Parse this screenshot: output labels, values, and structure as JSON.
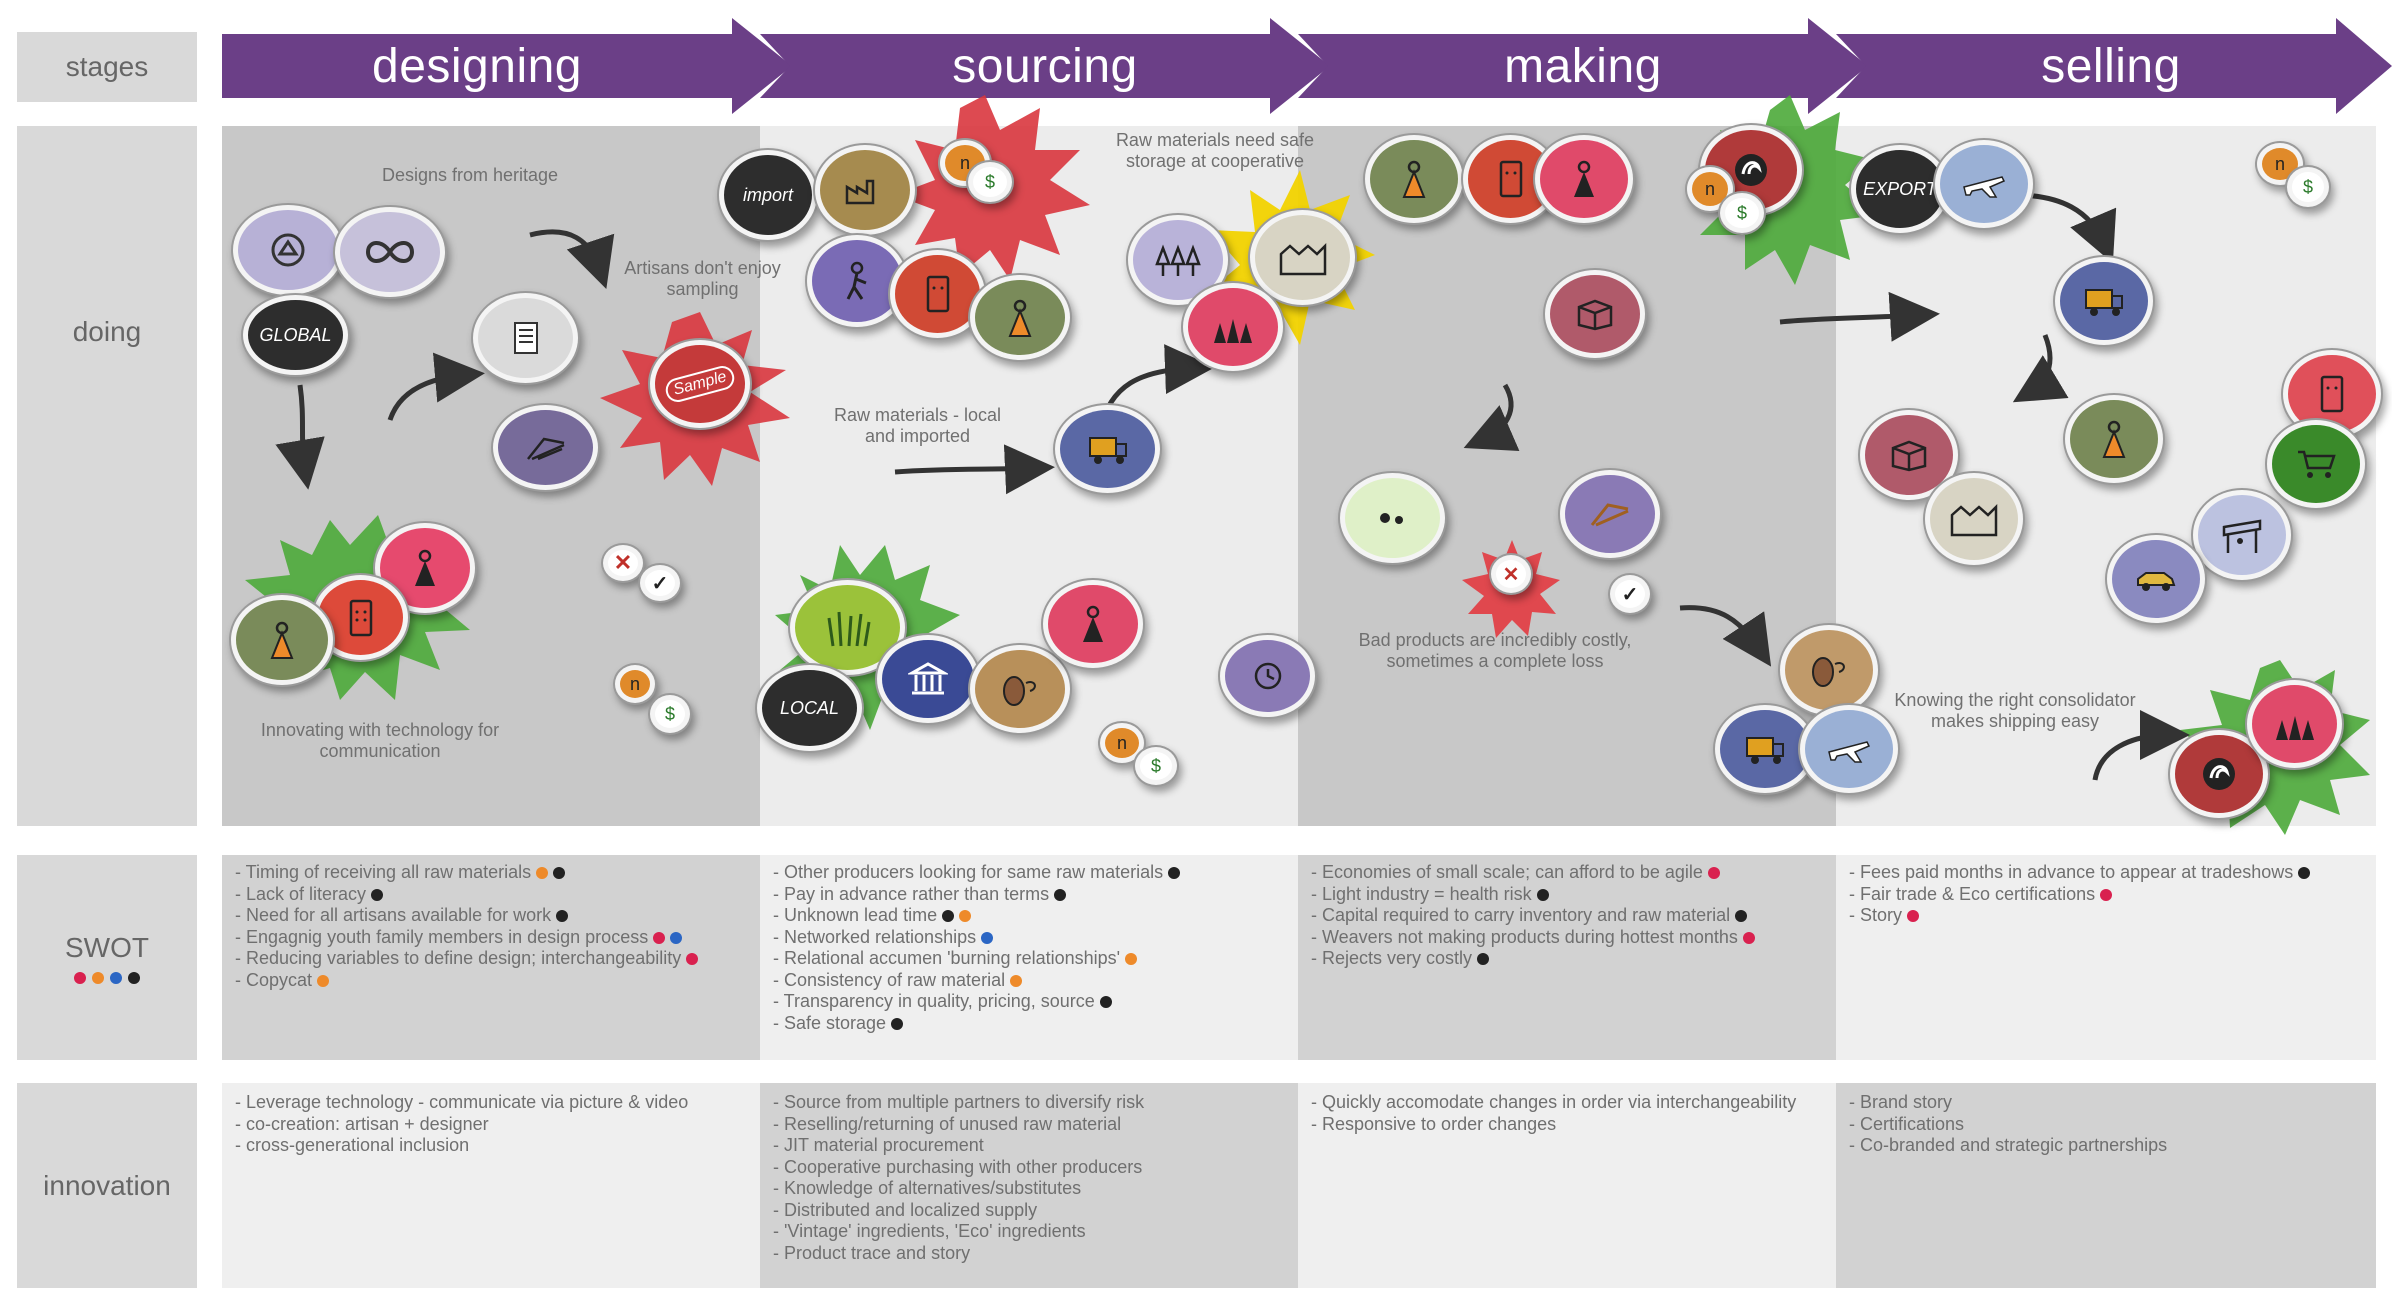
{
  "row_labels": {
    "stages": "stages",
    "doing": "doing",
    "swot": "SWOT",
    "innovation": "innovation"
  },
  "swot_legend_colors": [
    "#d9214f",
    "#ee8a2a",
    "#2b66c4",
    "#222222"
  ],
  "colors": {
    "stage_purple": "#6b3f87",
    "panel_dark": "#c8c8c8",
    "panel_light": "#ececec",
    "label_bg": "#d9d9d9",
    "red": "#d9214f",
    "orange": "#ee8a2a",
    "blue": "#2b66c4",
    "black": "#222222"
  },
  "stages": [
    {
      "label": "designing",
      "swot": [
        {
          "text": "- Timing of receiving all raw materials",
          "dots": [
            "orange",
            "black"
          ]
        },
        {
          "text": "- Lack of literacy",
          "dots": [
            "black"
          ]
        },
        {
          "text": "- Need for all artisans available for work",
          "dots": [
            "black"
          ]
        },
        {
          "text": "- Engagnig youth family members in design process",
          "dots": [
            "red",
            "blue"
          ]
        },
        {
          "text": "- Reducing variables to define design; interchangeability",
          "dots": [
            "red"
          ]
        },
        {
          "text": "- Copycat",
          "dots": [
            "orange"
          ]
        }
      ],
      "innovation": [
        "- Leverage technology - communicate via picture & video",
        "- co-creation: artisan + designer",
        "- cross-generational inclusion"
      ]
    },
    {
      "label": "sourcing",
      "swot": [
        {
          "text": "- Other producers looking for same raw materials",
          "dots": [
            "black"
          ]
        },
        {
          "text": "- Pay in advance rather than terms",
          "dots": [
            "black"
          ]
        },
        {
          "text": "- Unknown lead time",
          "dots": [
            "black",
            "orange"
          ]
        },
        {
          "text": "- Networked relationships",
          "dots": [
            "blue"
          ]
        },
        {
          "text": "- Relational accumen 'burning relationships'",
          "dots": [
            "orange"
          ]
        },
        {
          "text": "- Consistency of raw material",
          "dots": [
            "orange"
          ]
        },
        {
          "text": "- Transparency in quality, pricing, source",
          "dots": [
            "black"
          ]
        },
        {
          "text": "- Safe storage",
          "dots": [
            "black"
          ]
        }
      ],
      "innovation": [
        "- Source from multiple partners to diversify risk",
        "- Reselling/returning of unused raw material",
        "- JIT material procurement",
        "- Cooperative purchasing with other producers",
        "- Knowledge of alternatives/substitutes",
        "- Distributed and localized supply",
        "- 'Vintage' ingredients, 'Eco' ingredients",
        "- Product trace and story"
      ]
    },
    {
      "label": "making",
      "swot": [
        {
          "text": "- Economies of small scale; can afford to be agile",
          "dots": [
            "red"
          ]
        },
        {
          "text": "- Light industry = health risk",
          "dots": [
            "black"
          ]
        },
        {
          "text": "- Capital required to carry inventory and raw material",
          "dots": [
            "black"
          ]
        },
        {
          "text": "- Weavers not making products during hottest months",
          "dots": [
            "red"
          ]
        },
        {
          "text": "- Rejects very costly",
          "dots": [
            "black"
          ]
        }
      ],
      "innovation": [
        "- Quickly accomodate changes in order via interchangeability",
        "- Responsive to order changes"
      ]
    },
    {
      "label": "selling",
      "swot": [
        {
          "text": "- Fees paid months in advance to appear at tradeshows",
          "dots": [
            "black"
          ]
        },
        {
          "text": "- Fair trade & Eco certifications",
          "dots": [
            "red"
          ]
        },
        {
          "text": "- Story",
          "dots": [
            "red"
          ]
        }
      ],
      "innovation": [
        "- Brand story",
        "- Certifications",
        "- Co-branded and strategic partnerships"
      ]
    }
  ],
  "doing_notes": {
    "designs_from_heritage": "Designs from heritage",
    "artisans_sampling": "Artisans don't enjoy sampling",
    "innovating_tech": "Innovating with technology for communication",
    "raw_materials_storage": "Raw materials need safe storage at cooperative",
    "raw_materials_local": "Raw materials - local and imported",
    "bad_products": "Bad products are incredibly costly, sometimes a complete loss",
    "consolidator": "Knowing the right consolidator makes shipping easy"
  },
  "badge_words": {
    "global": "GLOBAL",
    "sample": "Sample",
    "import": "import",
    "local": "LOCAL",
    "export": "EXPORT",
    "n": "n",
    "dollar": "$"
  }
}
